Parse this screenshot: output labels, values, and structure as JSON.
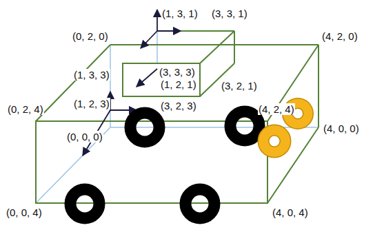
{
  "diagram": {
    "labels": [
      "(1, 3, 1)",
      "(3, 3, 1)",
      "(0, 2, 0)",
      "(4, 2, 0)",
      "(1, 3, 3)",
      "(3, 3, 3)",
      "(1, 2, 1)",
      "(3, 2, 1)",
      "(0, 2, 4)",
      "(1, 2, 3)",
      "(3, 2, 3)",
      "(4, 2, 4)",
      "(0, 0, 0)",
      "(4, 0, 0)",
      "(0, 0, 4)",
      "(4, 0, 4)"
    ]
  }
}
